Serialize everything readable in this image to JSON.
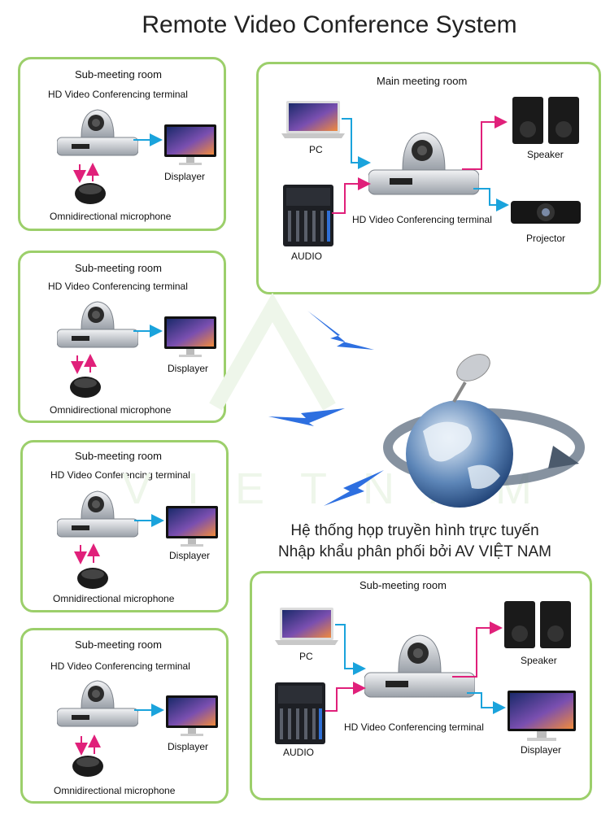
{
  "title": "Remote Video Conference System",
  "watermark": "VIETNAM",
  "vietnamese": {
    "line1": "Hệ thống họp truyền hình trực tuyến",
    "line2": "Nhập khẩu phân phối bởi AV VIỆT NAM"
  },
  "sub_rooms": [
    {
      "title": "Sub-meeting room",
      "terminal": "HD Video Conferencing  terminal",
      "display": "Displayer",
      "mic": "Omnidirectional microphone"
    },
    {
      "title": "Sub-meeting room",
      "terminal": "HD Video Conferencing  terminal",
      "display": "Displayer",
      "mic": "Omnidirectional microphone"
    },
    {
      "title": "Sub-meeting room",
      "terminal": "HD Video Conferencing  terminal",
      "display": "Displayer",
      "mic": "Omnidirectional microphone"
    },
    {
      "title": "Sub-meeting room",
      "terminal": "HD Video Conferencing  terminal",
      "display": "Displayer",
      "mic": "Omnidirectional microphone"
    }
  ],
  "main_room": {
    "title": "Main meeting room",
    "pc": "PC",
    "audio": "AUDIO",
    "terminal": "HD Video Conferencing  terminal",
    "speaker": "Speaker",
    "projector": "Projector"
  },
  "sub_room_large": {
    "title": "Sub-meeting room",
    "pc": "PC",
    "audio": "AUDIO",
    "terminal": "HD Video Conferencing  terminal",
    "speaker": "Speaker",
    "display": "Displayer"
  },
  "colors": {
    "border": "#9ccf6b",
    "arrow_blue": "#1aa3dc",
    "arrow_pink": "#e0207a",
    "lightning": "#2d6fe0"
  }
}
